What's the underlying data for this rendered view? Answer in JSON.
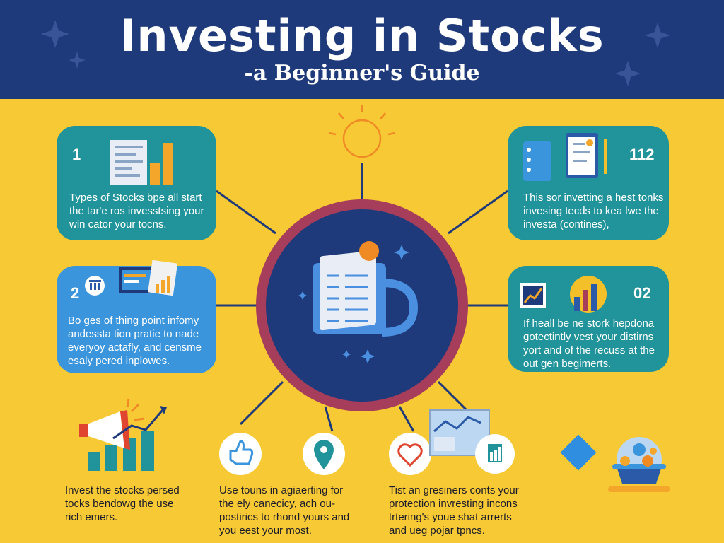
{
  "header": {
    "title": "Investing in Stocks",
    "subtitle": "-a Beginner's Guide"
  },
  "cards": [
    {
      "number": "1",
      "lines": [
        "Types of Stocks bpe all start",
        "the tar'e ros invesstsing your",
        "win cator your tocns."
      ]
    },
    {
      "number": "112",
      "lines": [
        "This sor invetting a hest tonks",
        "invesing tecds to kea lwe the",
        "investa (contines),"
      ]
    },
    {
      "number": "2",
      "lines": [
        "Bo ges of thing point infomy",
        "andessta tion pratie to nade",
        "everyoy actafly, and censme",
        "esaly pered inplowes."
      ]
    },
    {
      "number": "02",
      "lines": [
        "If heall be ne stork hepdona",
        "gotectintly vest your distirns",
        "yort and of the recuss at the",
        "out gen begimerts."
      ]
    }
  ],
  "bottom": [
    {
      "lines": [
        "Invest the stocks persed",
        "tocks bendowg the use",
        "rich emers."
      ]
    },
    {
      "lines": [
        "Use touns in agiaerting for",
        "the  ely canecicy,  ach ou-",
        "postirics to rhond yours and",
        "you eest your most."
      ]
    },
    {
      "lines": [
        "Tist an gresiners conts your",
        "protection invresting incons",
        "trtering's youe shat arrerts",
        "and ueg pojar tpncs."
      ]
    }
  ],
  "icons": {
    "center": "mug-document-icon",
    "card1": "document-chart-icon",
    "card2": "clipboard-checklist-icon",
    "card3": "bank-laptop-icon",
    "card4": "chart-frames-icon",
    "bottom1": "megaphone-growth-icon",
    "bottom2a": "thumbs-up-icon",
    "bottom2b": "location-pin-icon",
    "bottom3a": "heart-icon",
    "bottom3b": "trend-board-icon",
    "extra": "idea-bowl-icon"
  },
  "colors": {
    "background": "#f7c934",
    "header": "#1f3a7a",
    "teal": "#21939a",
    "blue": "#3b95dc",
    "ring": "#a63d5a",
    "hub": "#1f3a7a",
    "accent_orange": "#f08a24"
  }
}
